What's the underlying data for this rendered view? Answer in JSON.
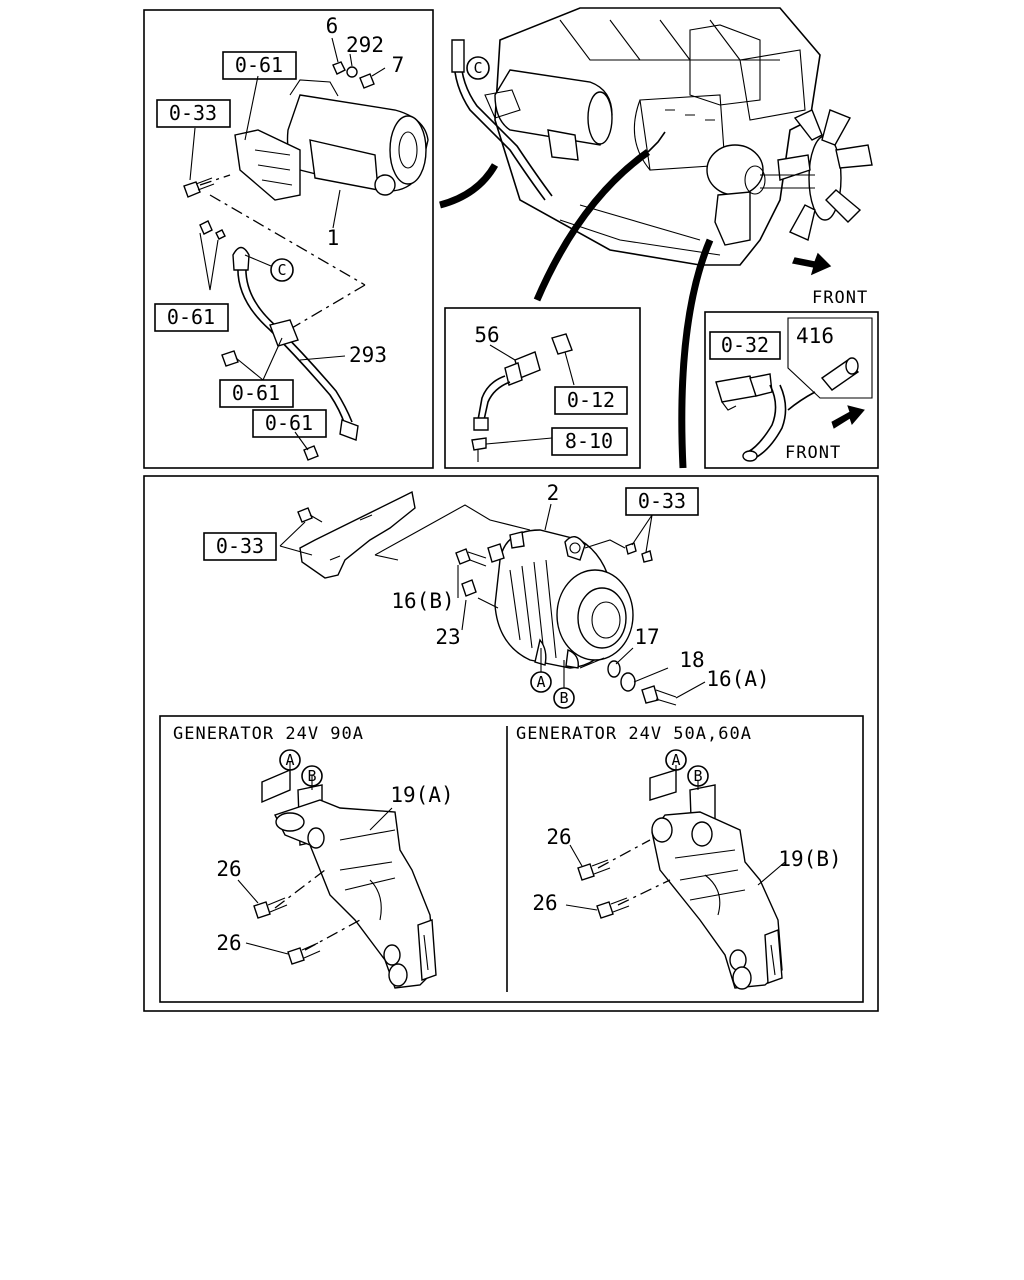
{
  "panels": {
    "starter": {
      "refs": [
        "0-61",
        "0-33",
        "0-61",
        "0-61",
        "0-61"
      ],
      "parts": [
        "6",
        "292",
        "7",
        "1",
        "293"
      ],
      "circle": "C"
    },
    "engine": {
      "circle": "C",
      "front": "FRONT"
    },
    "sensor": {
      "parts": [
        "56"
      ],
      "refs": [
        "0-12",
        "8-10"
      ]
    },
    "connector": {
      "parts": [
        "416"
      ],
      "refs": [
        "0-32"
      ],
      "front": "FRONT"
    },
    "generator": {
      "parts": [
        "2",
        "16(B)",
        "23",
        "17",
        "18",
        "16(A)"
      ],
      "refs": [
        "0-33",
        "0-33"
      ],
      "circles": [
        "A",
        "B"
      ]
    },
    "bracket_90a": {
      "title": "GENERATOR 24V 90A",
      "parts": [
        "19(A)",
        "26",
        "26"
      ],
      "circles": [
        "A",
        "B"
      ]
    },
    "bracket_50a": {
      "title": "GENERATOR 24V 50A,60A",
      "parts": [
        "19(B)",
        "26",
        "26"
      ],
      "circles": [
        "A",
        "B"
      ]
    }
  }
}
